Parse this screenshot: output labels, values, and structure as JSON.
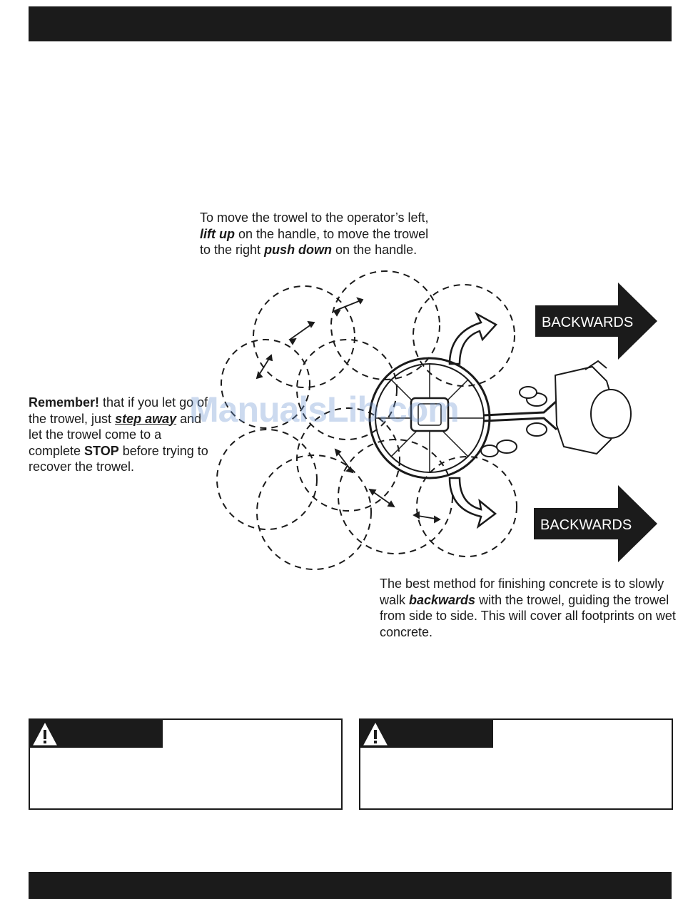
{
  "captions": {
    "top": {
      "p1": "To move the trowel to the operator’s left, ",
      "e1": "lift up",
      "p2": " on the handle, to move the trowel to the right ",
      "e2": "push down",
      "p3": " on the handle."
    },
    "left": {
      "b1": "Remember!",
      "p1": " that if you let go of the trowel, just ",
      "u1": "step away",
      "p2": " and let the trowel come to a complete ",
      "b2": "STOP",
      "p3": " before trying to recover the trowel."
    },
    "bottom": {
      "p1": "The best method for finishing concrete is to slowly walk ",
      "e1": "backwards",
      "p2": " with the trowel, guiding the trowel from side to side. This will cover all footprints on wet concrete."
    }
  },
  "arrows": {
    "upper_label": "BACKWARDS",
    "lower_label": "BACKWARDS"
  },
  "watermark": "ManualsLib.com",
  "warnings": [
    {
      "icon": "warning-triangle-icon"
    },
    {
      "icon": "warning-triangle-icon"
    }
  ]
}
